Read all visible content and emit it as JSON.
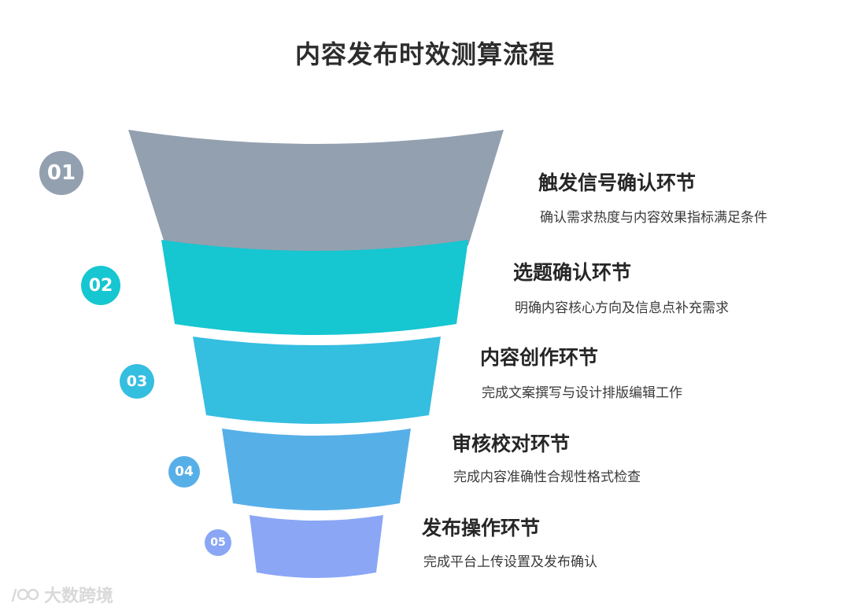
{
  "title": "内容发布时效测算流程",
  "stages": [
    {
      "number": "01",
      "title": "触发信号确认环节",
      "desc": "确认需求热度与内容效果指标满足条件",
      "color": "#93a0b0"
    },
    {
      "number": "02",
      "title": "选题确认环节",
      "desc": "明确内容核心方向及信息点补充需求",
      "color": "#16c6d0"
    },
    {
      "number": "03",
      "title": "内容创作环节",
      "desc": "完成文案撰写与设计排版编辑工作",
      "color": "#34bee0"
    },
    {
      "number": "04",
      "title": "审核校对环节",
      "desc": "完成内容准确性合规性格式检查",
      "color": "#57afe8"
    },
    {
      "number": "05",
      "title": "发布操作环节",
      "desc": "完成平台上传设置及发布确认",
      "color": "#8aa6f5"
    }
  ],
  "watermark": {
    "text": "大数跨境"
  }
}
